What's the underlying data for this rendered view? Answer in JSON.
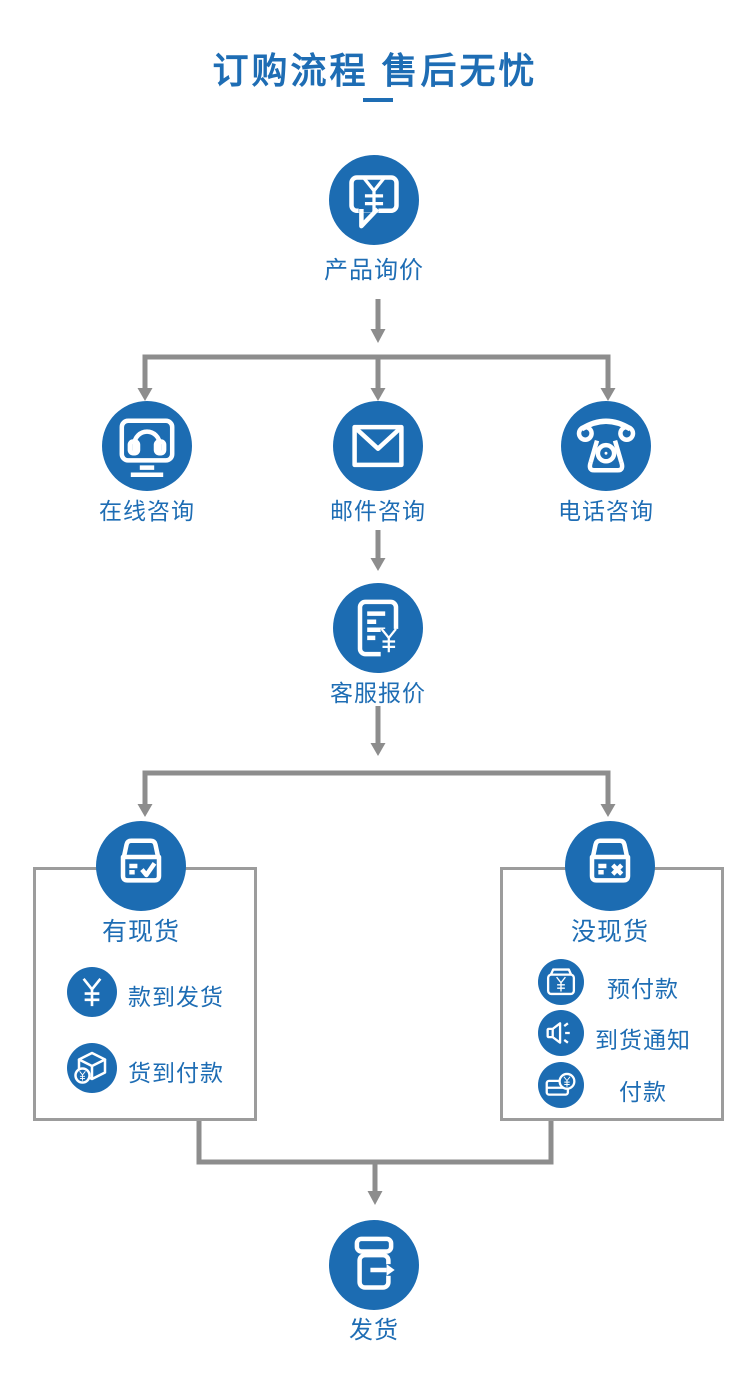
{
  "title": {
    "text": "订购流程  售后无忧"
  },
  "flow": {
    "inquiry": {
      "label": "产品询价",
      "icon": "speech-bubble-yen"
    },
    "channels": [
      {
        "label": "在线咨询",
        "icon": "monitor-headset"
      },
      {
        "label": "邮件咨询",
        "icon": "envelope"
      },
      {
        "label": "电话咨询",
        "icon": "telephone"
      }
    ],
    "quote": {
      "label": "客服报价",
      "icon": "invoice-yen"
    },
    "in_stock": {
      "label": "有现货",
      "icon": "storage-box-check",
      "items": [
        {
          "label": "款到发货",
          "icon": "yen-circle"
        },
        {
          "label": "货到付款",
          "icon": "cube-yen"
        }
      ]
    },
    "out_of_stock": {
      "label": "没现货",
      "icon": "storage-box-cross",
      "items": [
        {
          "label": "预付款",
          "icon": "wallet-yen"
        },
        {
          "label": "到货通知",
          "icon": "loudspeaker"
        },
        {
          "label": "付款",
          "icon": "card-yen"
        }
      ]
    },
    "ship": {
      "label": "发货",
      "icon": "shipping-box-arrow"
    }
  },
  "colors": {
    "accent": "#1c6cb2",
    "label_text": "#1e6db4",
    "connector_gray": "#8d8d8d",
    "box_border_gray": "#9c9c9c",
    "icon_stroke": "#ffffff"
  }
}
